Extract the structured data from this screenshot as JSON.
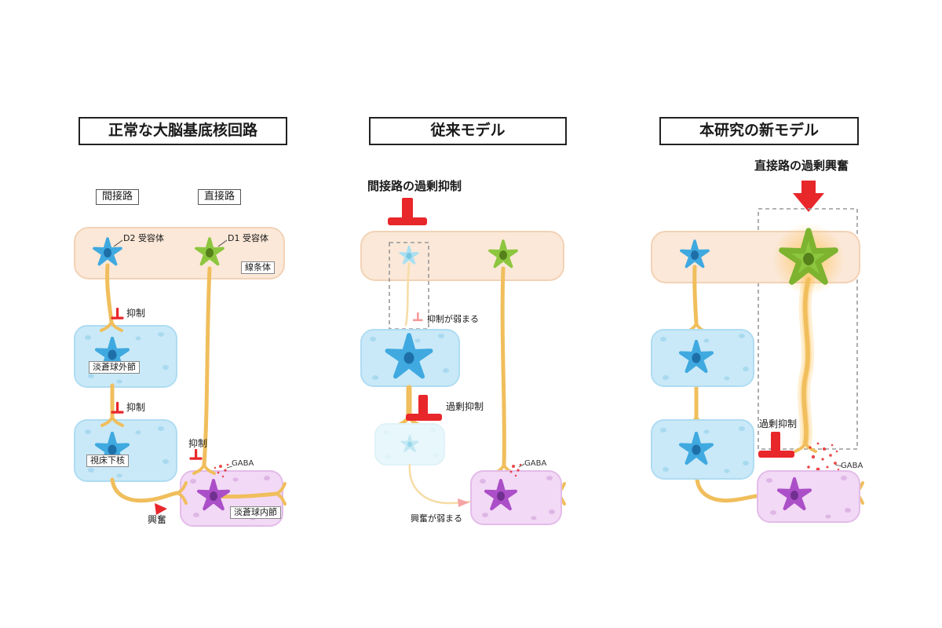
{
  "panels": {
    "normal": {
      "title": "正常な大脳基底核回路",
      "indirect_pathway": "間接路",
      "direct_pathway": "直接路",
      "d2_receptor": "D2 受容体",
      "d1_receptor": "D1 受容体",
      "striatum": "線条体",
      "inhibition_1": "抑制",
      "gpe": "淡蒼球外節",
      "inhibition_2": "抑制",
      "stn": "視床下核",
      "inhibition_3": "抑制",
      "gaba": "GABA",
      "gpi": "淡蒼球内節",
      "excitation": "興奮"
    },
    "conventional": {
      "title": "従来モデル",
      "top_annotation": "間接路の過剰抑制",
      "weakened_inhibition": "抑制が弱まる",
      "excess_inhibition": "過剰抑制",
      "weakened_excitation": "興奮が弱まる",
      "gaba": "GABA"
    },
    "new_model": {
      "title": "本研究の新モデル",
      "top_annotation": "直接路の過剰興奮",
      "excess_inhibition": "過剰抑制",
      "gaba": "GABA"
    }
  },
  "colors": {
    "inhibition_red": "#E8272B",
    "axon_yellow": "#F0BE5C",
    "neuron_blue": "#3FA9E0",
    "neuron_green": "#8DC63F",
    "neuron_purple": "#AB4FC8",
    "striatum_peach": "#FBE8D8",
    "nucleus_blue_box": "#C9E9F8",
    "nucleus_purple_box": "#F2D9F5"
  }
}
